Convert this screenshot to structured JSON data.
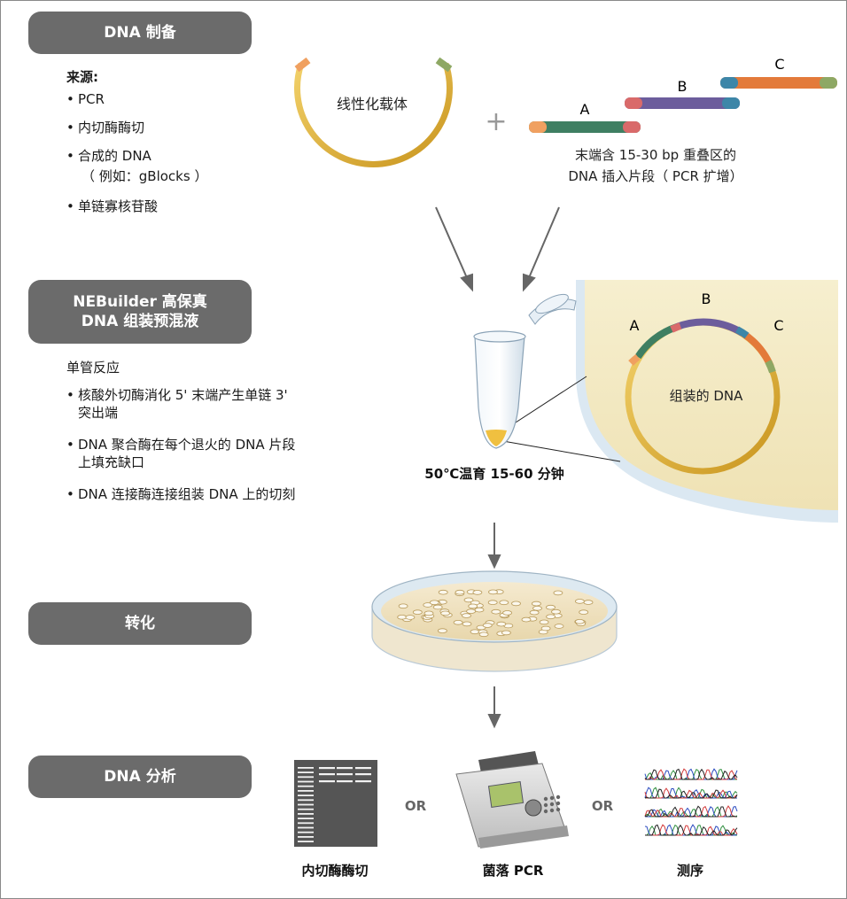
{
  "steps": {
    "prep": "DNA 制备",
    "master_line1": "NEBuilder 高保真",
    "master_line2": "DNA 组装预混液",
    "transform": "转化",
    "analysis": "DNA 分析"
  },
  "sources": {
    "heading": "来源:",
    "items": [
      "PCR",
      "内切酶酶切",
      "合成的 DNA",
      "单链寡核苷酸"
    ],
    "example": "（ 例如：gBlocks ）"
  },
  "reaction": {
    "heading": "单管反应",
    "b1_l1": "核酸外切酶消化 5' 末端产生单链 3'",
    "b1_l2": "突出端",
    "b2_l1": "DNA 聚合酶在每个退火的 DNA 片段",
    "b2_l2": "上填充缺口",
    "b3": "DNA 连接酶连接组装 DNA 上的切刻"
  },
  "diagram": {
    "vector_label": "线性化载体",
    "plus": "+",
    "fragment_labels": [
      "A",
      "B",
      "C"
    ],
    "insert_l1": "末端含 15-30 bp 重叠区的",
    "insert_l2": "DNA 插入片段（ PCR 扩增）",
    "incubation": "50℃温育 15-60 分钟",
    "assembled": "组装的 DNA",
    "or": "OR",
    "methods": [
      "内切酶酶切",
      "菌落 PCR",
      "测序"
    ]
  },
  "colors": {
    "pill": "#6b6b6b",
    "ring": "#e2b640",
    "frag_a": "#3f7f62",
    "frag_b": "#6c5d9c",
    "frag_c": "#e37a3a",
    "end_orange": "#f0a060",
    "end_green": "#8ea864",
    "end_red": "#d96a6a",
    "end_blue": "#3d86a8"
  }
}
